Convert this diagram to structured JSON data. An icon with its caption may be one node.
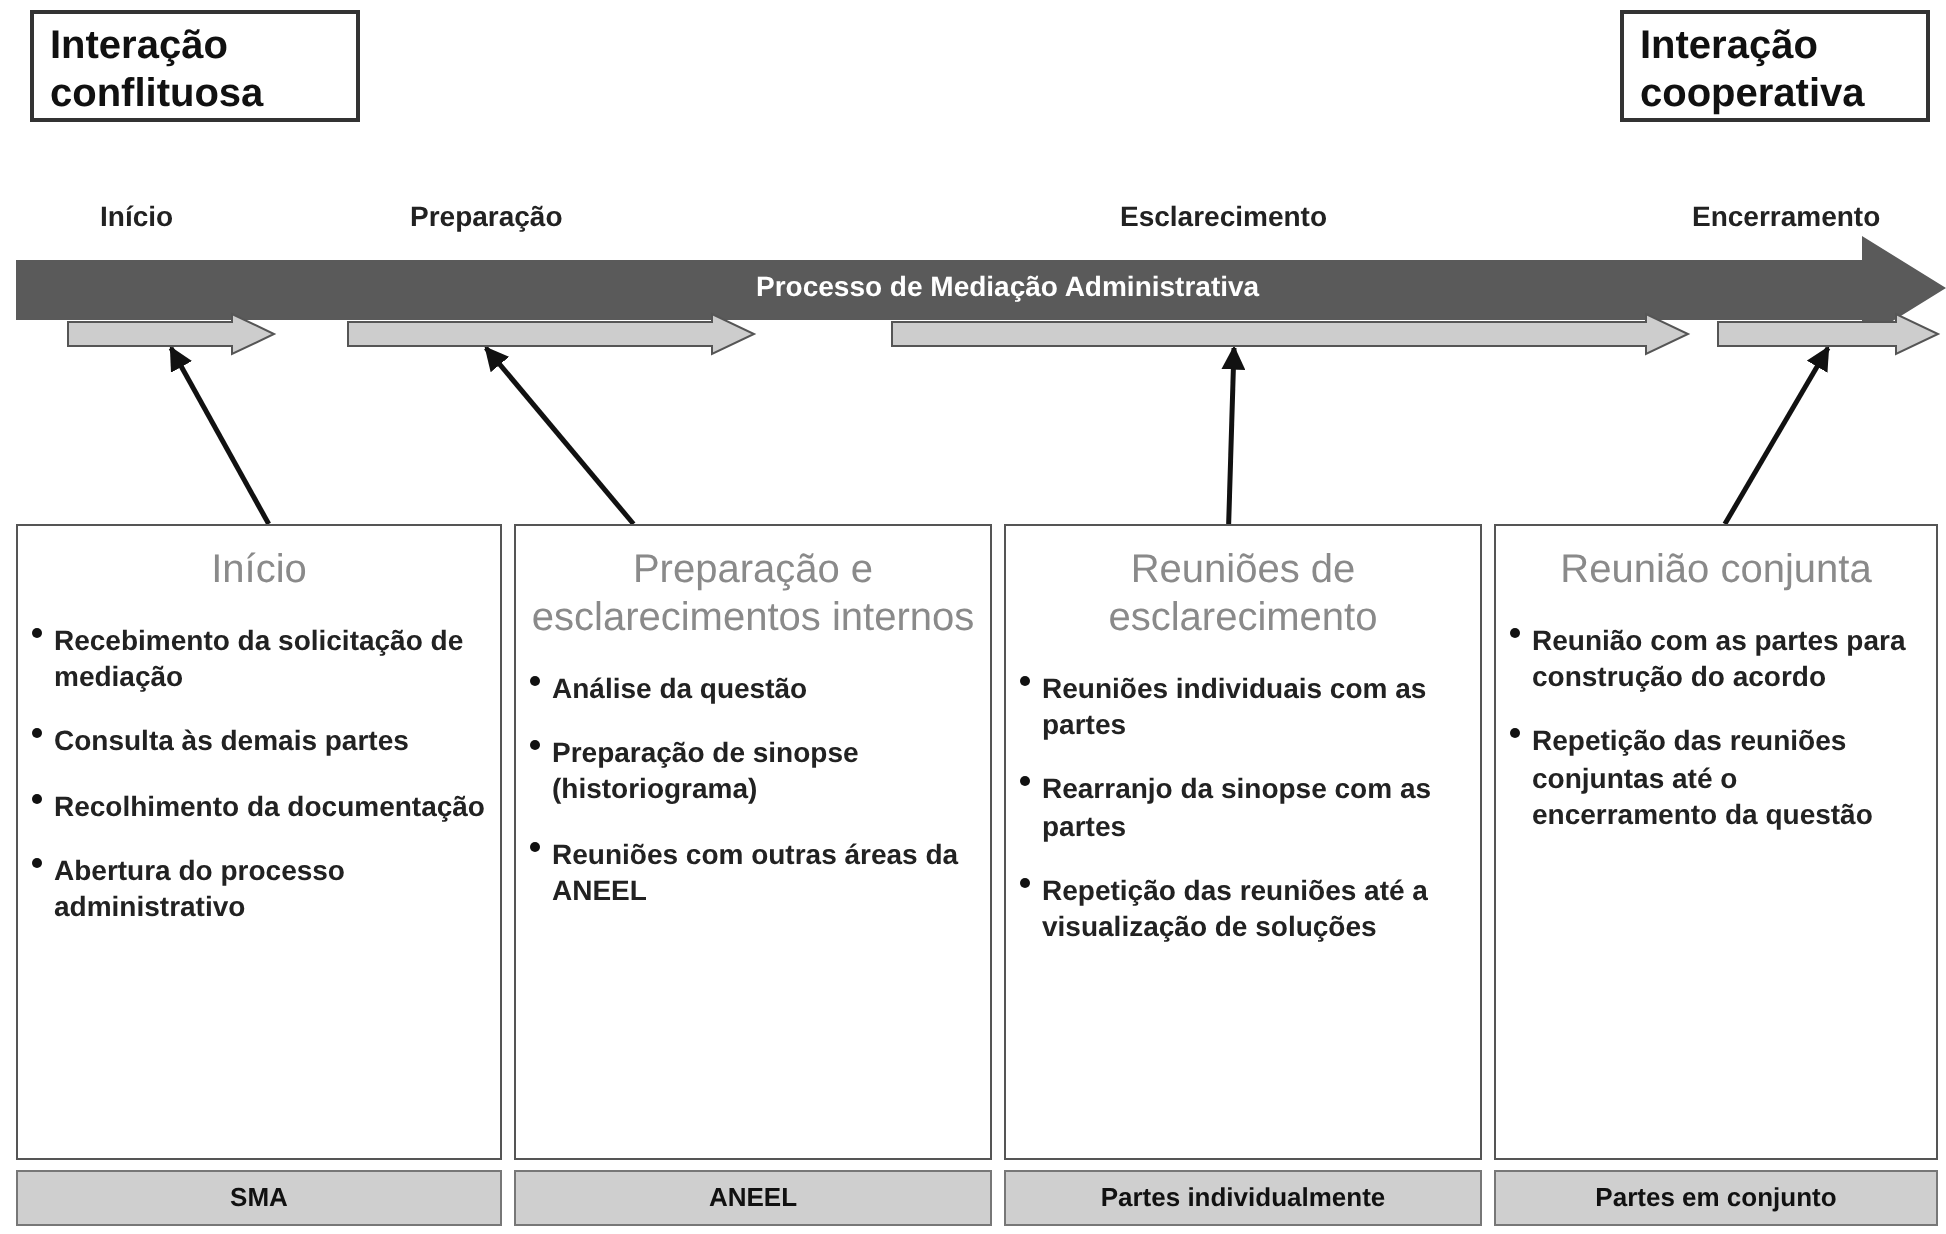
{
  "diagram": {
    "nodes": [
      {
        "text": [
          "Interação conflituosa"
        ]
      },
      {
        "text": [
          "Interação cooperativa"
        ]
      },
      {
        "text": [
          "Processo de Mediação Administrativa"
        ]
      },
      {
        "text": [],
        "shape": "arrow",
        "in": 2
      },
      {
        "text": [],
        "shape": "arrow",
        "in": 2
      },
      {
        "text": [],
        "shape": "arrow",
        "in": 2
      },
      {
        "text": [],
        "shape": "arrow",
        "in": 2
      },
      {
        "text": [
          "Início",
          "Recebimento da solicitação de mediação",
          "Consulta às demais partes",
          "Recolhimento da documentação",
          "Abertura do processo administrativo"
        ]
      },
      {
        "text": [
          "Preparação e esclarecimentos internos",
          "Análise da questão",
          "Preparação de sinopse (historiograma)",
          "Reuniões com outras áreas da ANEEL"
        ]
      },
      {
        "text": [
          "Reuniões de esclarecimento",
          "Reuniões individuais com as partes",
          "Rearranjo da sinopse com as partes",
          "Repetição das reuniões até a visualização de soluções"
        ]
      },
      {
        "text": [
          "Reunião conjunta",
          "Reunião com as partes para construção do acordo",
          "Repetição das reuniões conjuntas até o encerramento da questão"
        ]
      },
      {
        "text": [
          "SMA"
        ]
      },
      {
        "text": [
          "ANEEL"
        ]
      },
      {
        "text": [
          "Partes individualmente"
        ]
      },
      {
        "text": [
          "Partes em conjunto"
        ]
      }
    ],
    "edges": [
      {
        "from": 7,
        "to": 3,
        "arrow": "to"
      },
      {
        "from": 8,
        "to": 4,
        "arrow": "to"
      },
      {
        "from": 9,
        "to": 5,
        "arrow": "to"
      },
      {
        "from": 10,
        "to": 6,
        "arrow": "to"
      }
    ],
    "labels": [
      "Início",
      "Preparação",
      "Esclarecimento",
      "Encerramento"
    ]
  }
}
